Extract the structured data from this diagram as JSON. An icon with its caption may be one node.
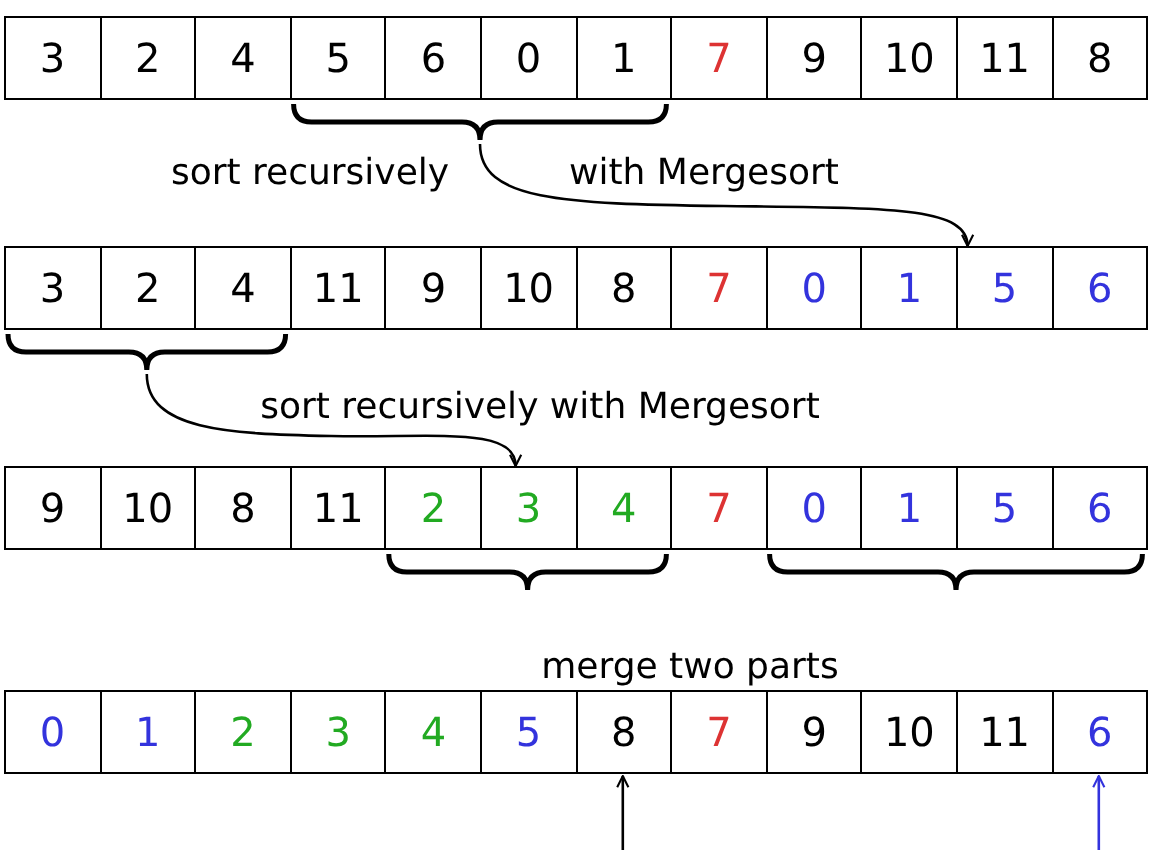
{
  "diagram": {
    "nodes": [
      {
        "text": [
          "3"
        ]
      },
      {
        "text": [
          "2"
        ]
      },
      {
        "text": [
          "4"
        ]
      },
      {
        "text": [
          "5"
        ]
      },
      {
        "text": [
          "6"
        ]
      },
      {
        "text": [
          "0"
        ]
      },
      {
        "text": [
          "1"
        ]
      },
      {
        "text": [
          "7"
        ]
      },
      {
        "text": [
          "9"
        ]
      },
      {
        "text": [
          "10"
        ]
      },
      {
        "text": [
          "11"
        ]
      },
      {
        "text": [
          "8"
        ]
      },
      {
        "text": [],
        "shape": "brace"
      },
      {
        "text": [
          "3"
        ]
      },
      {
        "text": [
          "2"
        ]
      },
      {
        "text": [
          "4"
        ]
      },
      {
        "text": [
          "11"
        ]
      },
      {
        "text": [
          "9"
        ]
      },
      {
        "text": [
          "10"
        ]
      },
      {
        "text": [
          "8"
        ]
      },
      {
        "text": [
          "7"
        ]
      },
      {
        "text": [
          "0"
        ]
      },
      {
        "text": [
          "1"
        ]
      },
      {
        "text": [
          "5"
        ]
      },
      {
        "text": [
          "6"
        ]
      },
      {
        "text": [],
        "shape": "brace"
      },
      {
        "text": [
          "9"
        ]
      },
      {
        "text": [
          "10"
        ]
      },
      {
        "text": [
          "8"
        ]
      },
      {
        "text": [
          "11"
        ]
      },
      {
        "text": [
          "2"
        ]
      },
      {
        "text": [
          "3"
        ]
      },
      {
        "text": [
          "4"
        ]
      },
      {
        "text": [
          "7"
        ]
      },
      {
        "text": [
          "0"
        ]
      },
      {
        "text": [
          "1"
        ]
      },
      {
        "text": [
          "5"
        ]
      },
      {
        "text": [
          "6"
        ]
      },
      {
        "text": [],
        "shape": "brace"
      },
      {
        "text": [],
        "shape": "brace"
      },
      {
        "text": [
          "0"
        ]
      },
      {
        "text": [
          "1"
        ]
      },
      {
        "text": [
          "2"
        ]
      },
      {
        "text": [
          "3"
        ]
      },
      {
        "text": [
          "4"
        ]
      },
      {
        "text": [
          "5"
        ]
      },
      {
        "text": [
          "8"
        ]
      },
      {
        "text": [
          "7"
        ]
      },
      {
        "text": [
          "9"
        ]
      },
      {
        "text": [
          "10"
        ]
      },
      {
        "text": [
          "11"
        ]
      },
      {
        "text": [
          "6"
        ]
      }
    ],
    "edges": [
      {
        "from": 12,
        "to": 23,
        "arrow": "to"
      },
      {
        "from": 25,
        "to": 31,
        "arrow": "to"
      },
      {
        "from": null,
        "to": 46,
        "arrow": "to"
      },
      {
        "from": null,
        "to": 51,
        "arrow": "to",
        "color": "#3333dd"
      }
    ],
    "labels": [
      "sort recursively",
      "with Mergesort",
      "sort recursively with Mergesort",
      "merge two parts"
    ]
  }
}
